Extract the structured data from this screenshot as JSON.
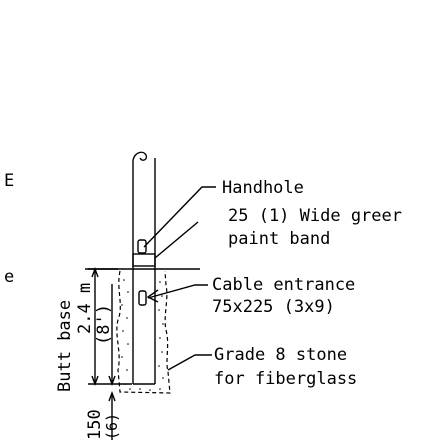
{
  "labels": {
    "handhole": "Handhole",
    "band_line1": "25 (1) Wide greer",
    "band_line2": "paint band",
    "cable_line1": "Cable entrance",
    "cable_line2": "75x225 (3x9)",
    "stone_line1": "Grade 8 stone",
    "stone_line2": "for fiberglass",
    "butt_base": "Butt base",
    "depth_metric": "2.4 m",
    "depth_imperial": "(8')",
    "bottom_metric": "150",
    "bottom_imperial": "(6)",
    "edge_e": "E",
    "edge_e2": "e"
  }
}
